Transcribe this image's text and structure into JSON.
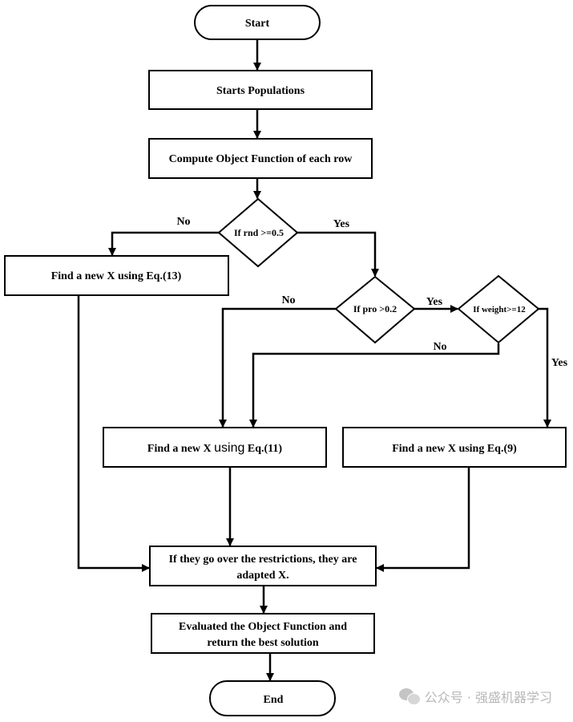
{
  "nodes": {
    "start": "Start",
    "populations": "Starts Populations",
    "compute": "Compute Object Function of each row",
    "rnd_decision": "If rnd >=0.5",
    "eq13": "Find a new X using Eq.(13)",
    "pro_decision": "If pro >0.2",
    "weight_decision": "If weight>=12",
    "eq11_prefix": "Find a new X ",
    "eq11_using": "using",
    "eq11_suffix": " Eq.(11)",
    "eq9": "Find a new X using Eq.(9)",
    "restrict_line1": "If they go over the restrictions, they are",
    "restrict_line2": "adapted X.",
    "evaluate_line1": "Evaluated the Object Function and",
    "evaluate_line2": "return the best solution",
    "end": "End"
  },
  "edges": {
    "rnd_no": "No",
    "rnd_yes": "Yes",
    "pro_no": "No",
    "pro_yes": "Yes",
    "weight_no": "No",
    "weight_yes": "Yes"
  },
  "watermark": {
    "icon": "wechat-icon",
    "text": "公众号 · 强盛机器学习"
  }
}
